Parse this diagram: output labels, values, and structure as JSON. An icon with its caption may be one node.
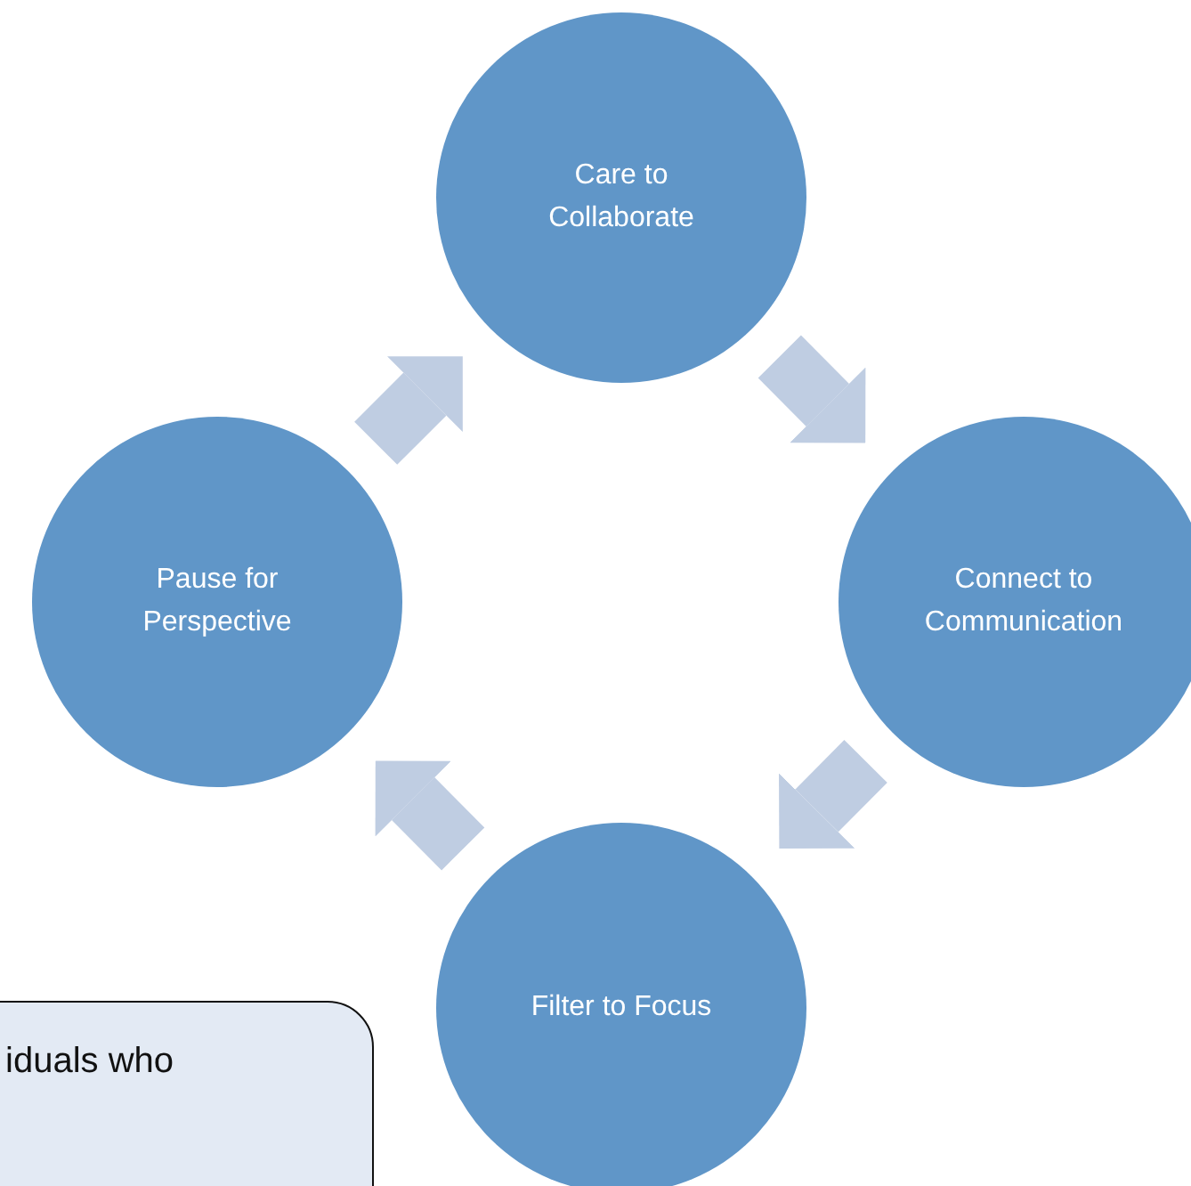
{
  "diagram": {
    "nodes": [
      {
        "text": [
          "Care to Collaborate"
        ]
      },
      {
        "text": [
          "Connect to Communication"
        ]
      },
      {
        "text": [
          "Filter to Focus"
        ]
      },
      {
        "text": [
          "Pause for Perspective"
        ]
      },
      {
        "text": [
          "iduals who"
        ]
      }
    ],
    "edges": [
      {
        "from": 0,
        "to": 1,
        "arrow": "to"
      },
      {
        "from": 1,
        "to": 2,
        "arrow": "to"
      },
      {
        "from": 2,
        "to": 3,
        "arrow": "to"
      },
      {
        "from": 3,
        "to": 0,
        "arrow": "to"
      }
    ]
  }
}
